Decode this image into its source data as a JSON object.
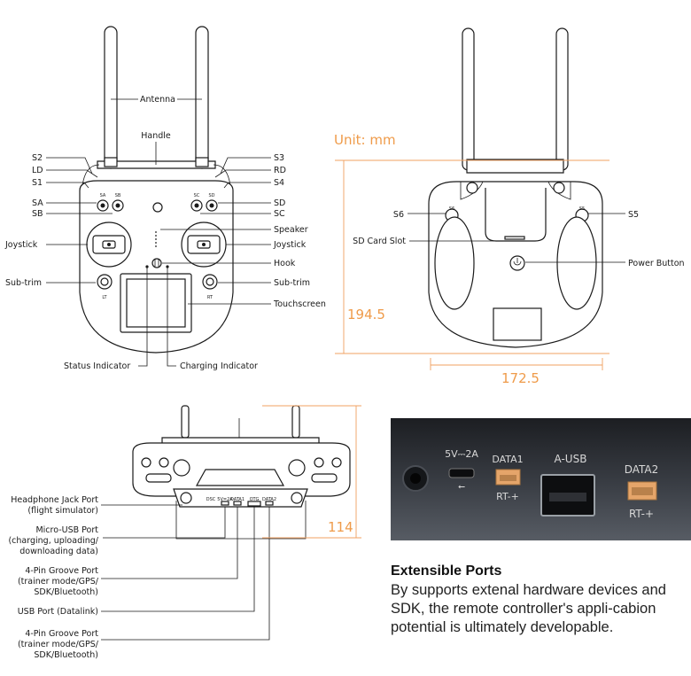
{
  "front": {
    "antenna": "Antenna",
    "handle": "Handle",
    "left_labels": [
      "S2",
      "LD",
      "S1",
      "SA",
      "SB",
      "Joystick",
      "Sub-trim"
    ],
    "right_labels": [
      "S3",
      "RD",
      "S4",
      "SD",
      "SC",
      "Speaker",
      "Joystick",
      "Hook",
      "Sub-trim",
      "Touchscreen"
    ],
    "status_indicator": "Status Indicator",
    "charging_indicator": "Charging Indicator",
    "switch_marks": [
      "SA",
      "SB",
      "SC",
      "SD"
    ],
    "trim_marks": [
      "LT",
      "RT"
    ]
  },
  "back": {
    "unit": "Unit: mm",
    "height": "194.5",
    "width": "172.5",
    "s6": "S6",
    "s5": "S5",
    "sd_card_slot": "SD Card Slot",
    "power_button": "Power Button",
    "marks": [
      "S6",
      "S5"
    ]
  },
  "bottom": {
    "height": "114",
    "ports": [
      {
        "lines": [
          "Headphone Jack Port",
          "(flight simulator)"
        ]
      },
      {
        "lines": [
          "Micro-USB Port",
          "(charging, uploading/",
          "downloading data)"
        ]
      },
      {
        "lines": [
          "4-Pin Groove Port",
          "(trainer mode/GPS/",
          "SDK/Bluetooth)"
        ]
      },
      {
        "lines": [
          "USB Port (Datalink)"
        ]
      },
      {
        "lines": [
          "4-Pin Groove Port",
          "(trainer mode/GPS/",
          "SDK/Bluetooth)"
        ]
      }
    ],
    "port_marks": [
      "DSC",
      "5V=2A",
      "DATA1",
      "OTG",
      "DATA2"
    ]
  },
  "photo": {
    "labels": [
      "5V⎓2A",
      "DATA1",
      "A-USB",
      "DATA2"
    ],
    "sublabels": [
      "RT-+",
      "RT-+"
    ]
  },
  "extensible": {
    "title": "Extensible Ports",
    "body": "By supports extenal hardware devices and SDK, the remote controller's appli-cabion potential is ultimately developable."
  }
}
